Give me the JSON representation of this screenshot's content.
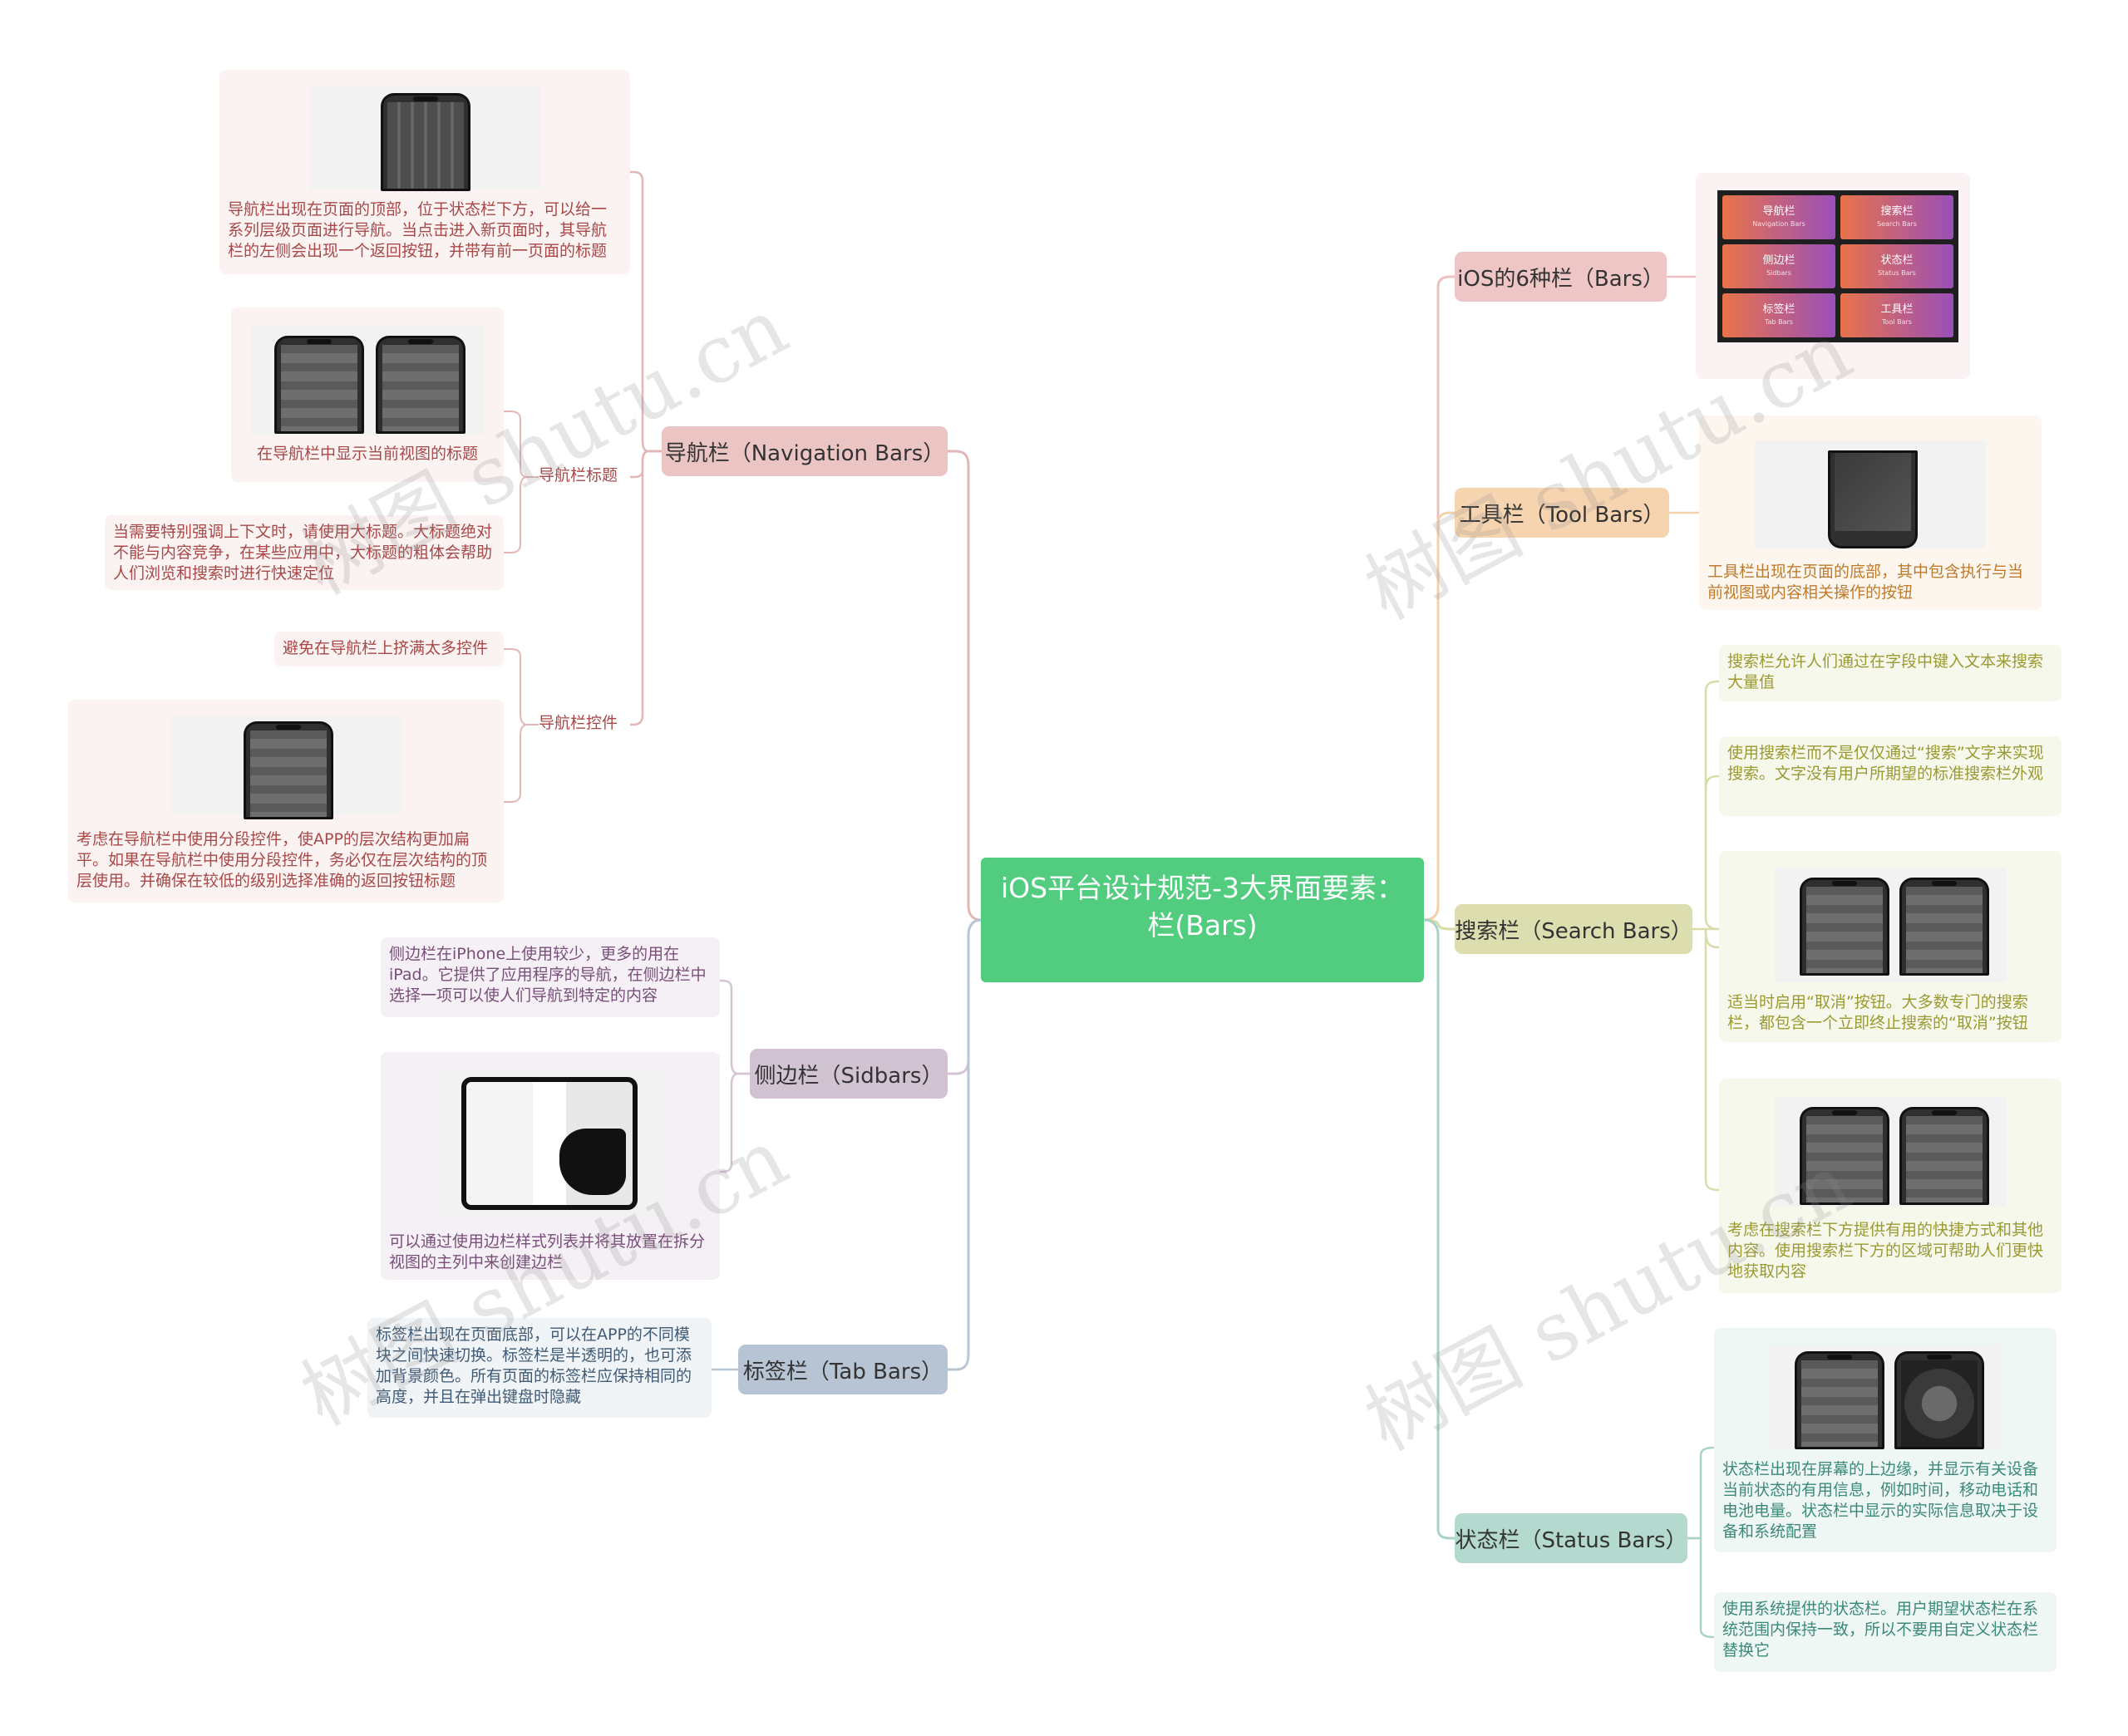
{
  "root": {
    "title": "iOS平台设计规范-3大界面要素：栏(Bars)"
  },
  "watermark": "树图 shutu.cn",
  "colors": {
    "root": "#52cc7f",
    "nav": "#ebc4c4",
    "nav_text": "#a84848",
    "nav_card": "#fbf3f2",
    "nav_line": "#e3b5b5",
    "side": "#d2c3d2",
    "side_text": "#7a4e7a",
    "side_card": "#f5f0f5",
    "side_line": "#d4c4d4",
    "tab": "#b6c4d3",
    "tab_text": "#3f5b77",
    "tab_card": "#f1f4f7",
    "tab_line": "#b9c6d4",
    "bars": "#efc6c6",
    "bars_card": "#fbf3f3",
    "bars_line": "#efc0c0",
    "tool": "#f6d4b0",
    "tool_text": "#c07a2b",
    "tool_card": "#fdf6ee",
    "tool_line": "#f3d1aa",
    "search": "#dcdeb0",
    "search_text": "#9a9a32",
    "search_card": "#f7f8ec",
    "search_line": "#d9dca6",
    "status": "#b4d9cf",
    "status_text": "#3b8a78",
    "status_card": "#eef7f4",
    "status_line": "#a9d3c7"
  },
  "nav": {
    "label": "导航栏（Navigation Bars）",
    "desc": "导航栏出现在页面的顶部，位于状态栏下方，可以给一系列层级页面进行导航。当点击进入新页面时，其导航栏的左侧会出现一个返回按钮，并带有前一页面的标题",
    "title_group": {
      "label": "导航栏标题",
      "card1": "在导航栏中显示当前视图的标题",
      "card2": "当需要特别强调上下文时，请使用大标题。大标题绝对不能与内容竞争，在某些应用中，大标题的粗体会帮助人们浏览和搜索时进行快速定位"
    },
    "control_group": {
      "label": "导航栏控件",
      "card1": "避免在导航栏上挤满太多控件",
      "card2": "考虑在导航栏中使用分段控件，使APP的层次结构更加扁平。如果在导航栏中使用分段控件，务必仅在层次结构的顶层使用。并确保在较低的级别选择准确的返回按钮标题"
    }
  },
  "side": {
    "label": "侧边栏（Sidbars）",
    "card1": "侧边栏在iPhone上使用较少，更多的用在iPad。它提供了应用程序的导航，在侧边栏中选择一项可以使人们导航到特定的内容",
    "card2": "可以通过使用边栏样式列表并将其放置在拆分视图的主列中来创建边栏"
  },
  "tab": {
    "label": "标签栏（Tab Bars）",
    "card1": "标签栏出现在页面底部，可以在APP的不同模块之间快速切换。标签栏是半透明的，也可添加背景颜色。所有页面的标签栏应保持相同的高度，并且在弹出键盘时隐藏"
  },
  "bars": {
    "label": "iOS的6种栏（Bars）",
    "tiles": [
      {
        "cn": "导航栏",
        "en": "Navigation Bars"
      },
      {
        "cn": "搜索栏",
        "en": "Search Bars"
      },
      {
        "cn": "侧边栏",
        "en": "Sidbars"
      },
      {
        "cn": "状态栏",
        "en": "Status Bars"
      },
      {
        "cn": "标签栏",
        "en": "Tab Bars"
      },
      {
        "cn": "工具栏",
        "en": "Tool Bars"
      }
    ]
  },
  "tool": {
    "label": "工具栏（Tool Bars）",
    "card1": "工具栏出现在页面的底部，其中包含执行与当前视图或内容相关操作的按钮"
  },
  "search": {
    "label": "搜索栏（Search Bars）",
    "card1": "搜索栏允许人们通过在字段中键入文本来搜索大量值",
    "card2": "使用搜索栏而不是仅仅通过“搜索”文字来实现搜索。文字没有用户所期望的标准搜索栏外观",
    "card3": "适当时启用“取消”按钮。大多数专门的搜索栏，都包含一个立即终止搜索的“取消”按钮",
    "card4": "考虑在搜索栏下方提供有用的快捷方式和其他内容。使用搜索栏下方的区域可帮助人们更快地获取内容"
  },
  "status": {
    "label": "状态栏（Status Bars）",
    "card1": "状态栏出现在屏幕的上边缘，并显示有关设备当前状态的有用信息，例如时间，移动电话和电池电量。状态栏中显示的实际信息取决于设备和系统配置",
    "card2": "使用系统提供的状态栏。用户期望状态栏在系统范围内保持一致，所以不要用自定义状态栏替换它"
  }
}
